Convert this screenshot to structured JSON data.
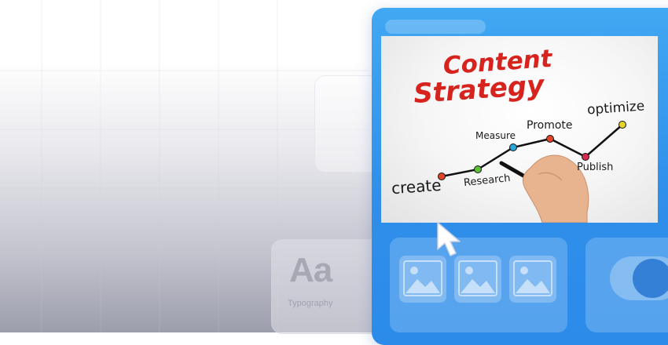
{
  "preview": {
    "title_line1": "Content",
    "title_line2": "Strategy",
    "steps": [
      "create",
      "Research",
      "Measure",
      "Promote",
      "Publish",
      "optimize"
    ]
  },
  "typography": {
    "sample": "Aa",
    "label": "Typography"
  },
  "colors": {
    "panel_blue": "#2f8fea",
    "title_red": "#d6231e"
  },
  "icons": [
    "image-icon",
    "image-icon",
    "image-icon",
    "cursor-icon",
    "toggle-icon"
  ]
}
